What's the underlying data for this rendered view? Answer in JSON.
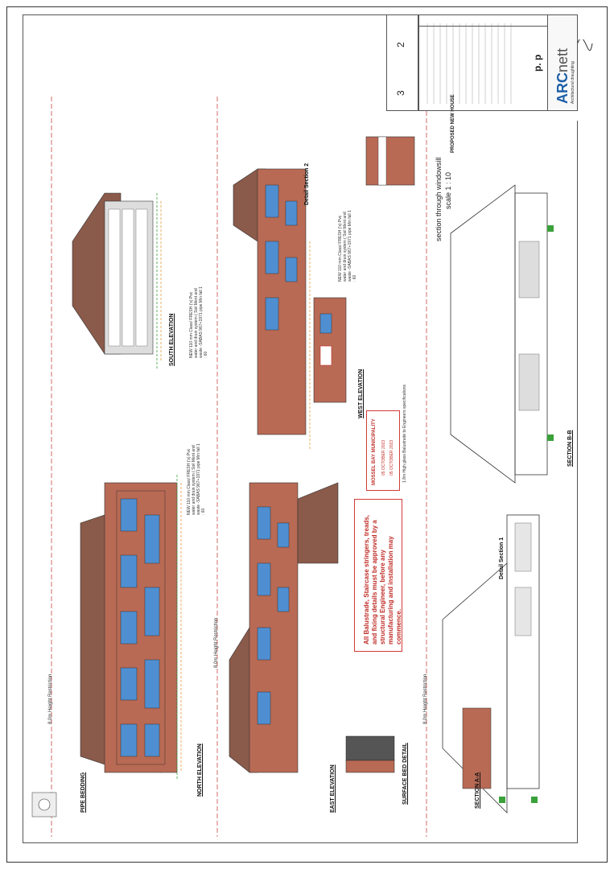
{
  "titles": {
    "pipe_bedding": "PIPE BEDDING",
    "north_elevation": "NORTH ELEVATION",
    "south_elevation": "SOUTH ELEVATION",
    "east_elevation": "EAST ELEVATION",
    "west_elevation": "WEST ELEVATION",
    "section_aa": "SECTION A-A",
    "section_bb": "SECTION B-B",
    "surface_bed": "SURFACE BED DETAIL",
    "window_sill": "section through windowsill",
    "window_scale": "scale 1 : 10",
    "detail_1": "Detail Section 1",
    "detail_2": "Detail Section 2",
    "height_restriction": "8.0m Height Restriction"
  },
  "notes": {
    "pipe_1": "NEW 110 mm Class/ FRESH ('s) Pvc water and drain system ( Soil Ment and waste -SABAS 967+1971 pipe Min fall 1 : 60",
    "pipe_2": "NEW 110 mm Class/ FRESH ('s) Pvc water and drain system ( Soil Ment and waste -SABAS 967+1971 pipe Min fall 1 : 60",
    "pipe_3": "NEW 110 mm Class/ FRESH ('s) Pvc water and drain system ( Soil Ment and waste -SABAS 967+1971 pipe Min fall 1 : 60",
    "engineer_warning": "All Balustrade, Staircase stringers, treads, and fixing details must be approved by a structural Engineer, before any manufacturing and installation may commence.",
    "stamp_title": "MOSSEL BAY MUNICIPALITY",
    "stamp_date_1": "05 OCTOBER 2023",
    "stamp_date_2": "05 OCTOBER 2023",
    "glass_note": "1.8m High glass Balustrade to Engineers specifications"
  },
  "title_block": {
    "sheet_numbers": [
      "2",
      "3"
    ],
    "signature_code": "p. p",
    "project": "PROPOSED NEW HOUSE",
    "firm_a": "ARC",
    "firm_b": "nett",
    "firm_tag": "Architectural draughting"
  },
  "colors": {
    "red": "#c0302a",
    "blue": "#4f8fd1",
    "brick": "#b86a55",
    "green": "#3aa13a",
    "amber": "#e0a13a"
  }
}
